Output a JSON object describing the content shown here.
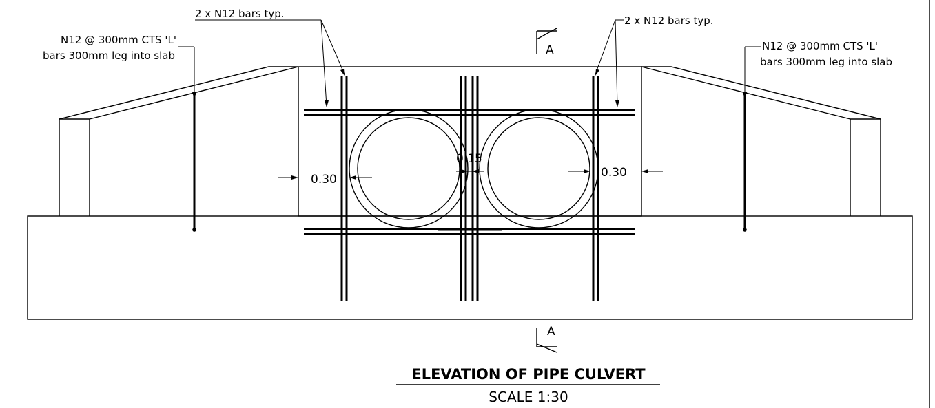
{
  "labels": {
    "bars_left": "2 x N12 bars typ.",
    "bars_right": "2 x N12 bars typ.",
    "lbars_left_line1": "N12 @ 300mm CTS 'L'",
    "lbars_left_line2": "bars 300mm leg into slab",
    "lbars_right_line1": "N12 @ 300mm CTS 'L'",
    "lbars_right_line2": "bars 300mm leg into slab"
  },
  "section_marks": {
    "top": "A",
    "bottom": "A"
  },
  "dimensions": {
    "left": "0.30",
    "center": "0.15",
    "right": "0.30"
  },
  "title": {
    "main": "ELEVATION OF PIPE CULVERT",
    "scale": "SCALE 1:30"
  }
}
